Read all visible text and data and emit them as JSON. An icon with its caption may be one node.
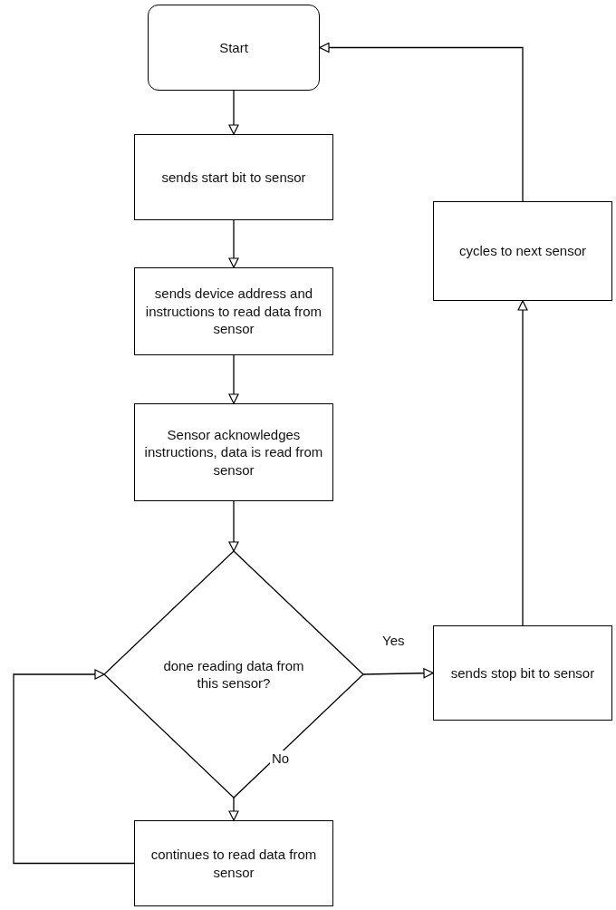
{
  "diagram": {
    "nodes": [
      {
        "text": [
          "Start"
        ]
      },
      {
        "text": [
          "sends start bit to sensor"
        ]
      },
      {
        "text": [
          "sends device address and instructions to read data from sensor"
        ]
      },
      {
        "text": [
          "Sensor acknowledges instructions, data is read from sensor"
        ]
      },
      {
        "text": [
          "done reading data from this sensor?"
        ]
      },
      {
        "text": [
          "sends stop bit to sensor"
        ]
      },
      {
        "text": [
          "cycles to next sensor"
        ]
      },
      {
        "text": [
          "continues to read data from sensor"
        ]
      }
    ],
    "edges": [
      {
        "from": 0,
        "to": 1,
        "arrow": "to"
      },
      {
        "from": 1,
        "to": 2,
        "arrow": "to"
      },
      {
        "from": 2,
        "to": 3,
        "arrow": "to"
      },
      {
        "from": 3,
        "to": 4,
        "arrow": "to"
      },
      {
        "from": 4,
        "to": 5,
        "arrow": "to",
        "label": "Yes"
      },
      {
        "from": 4,
        "to": 7,
        "arrow": "to",
        "label": "No"
      },
      {
        "from": 5,
        "to": 6,
        "arrow": "to"
      },
      {
        "from": 6,
        "to": 0,
        "arrow": "to"
      },
      {
        "from": 7,
        "to": 4,
        "arrow": "to"
      }
    ]
  }
}
